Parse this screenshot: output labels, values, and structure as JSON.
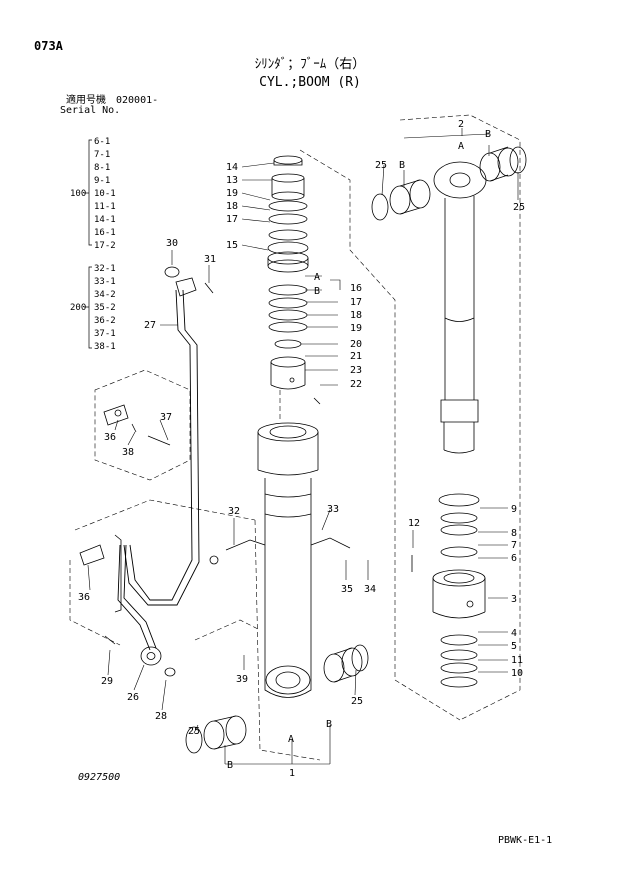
{
  "header": {
    "page_code": "073A",
    "title_jp": "ｼﾘﾝﾀﾞ；ﾌﾞｰﾑ（右）",
    "title_en": "CYL.;BOOM (R)",
    "serial_label_jp": "適用号機　020001-",
    "serial_label_en": "Serial No."
  },
  "variants": {
    "group_100": {
      "label": "100",
      "items": [
        "6-1",
        "7-1",
        "8-1",
        "9-1",
        "10-1",
        "11-1",
        "14-1",
        "16-1",
        "17-2"
      ]
    },
    "group_200": {
      "label": "200",
      "items": [
        "32-1",
        "33-1",
        "34-2",
        "35-2",
        "36-2",
        "37-1",
        "38-1"
      ]
    }
  },
  "callouts": {
    "c14": "14",
    "c13": "13",
    "c19a": "19",
    "c18a": "18",
    "c17a": "17",
    "c15": "15",
    "c16": "16",
    "cA1": "A",
    "cB1": "B",
    "c17b": "17",
    "c18b": "18",
    "c19b": "19",
    "c20": "20",
    "c21": "21",
    "c23": "23",
    "c22": "22",
    "c30": "30",
    "c31": "31",
    "c27": "27",
    "c37": "37",
    "c36a": "36",
    "c38": "38",
    "c32": "32",
    "c33": "33",
    "c35": "35",
    "c34": "34",
    "c36b": "36",
    "c29": "29",
    "c26": "26",
    "c39": "39",
    "c28": "28",
    "c25a": "25",
    "c25b": "25",
    "c25c": "25",
    "c25d": "25",
    "cAbot": "A",
    "cBbot1": "B",
    "cBbot2": "B",
    "c1": "1",
    "c2": "2",
    "cAtop": "A",
    "cBtop1": "B",
    "cBtop2": "B",
    "c12": "12",
    "c9": "9",
    "c8": "8",
    "c7": "7",
    "c6": "6",
    "c3": "3",
    "c4": "4",
    "c5": "5",
    "c11": "11",
    "c10": "10"
  },
  "footer": {
    "drawing_no": "0927500",
    "code": "PBWK-E1-1"
  }
}
